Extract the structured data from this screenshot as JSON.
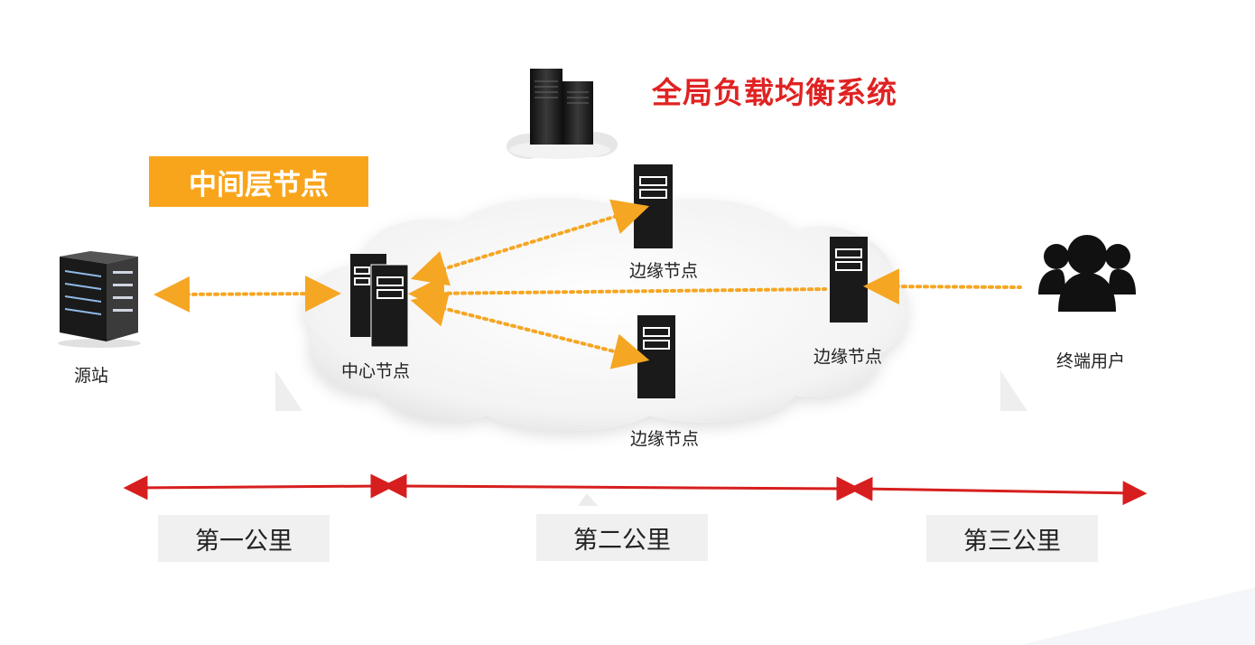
{
  "title": "全局负载均衡系统",
  "middle_layer_label": "中间层节点",
  "nodes": {
    "origin": "源站",
    "center": "中心节点",
    "edge_top": "边缘节点",
    "edge_right": "边缘节点",
    "edge_bottom": "边缘节点",
    "end_user": "终端用户"
  },
  "miles": [
    "第一公里",
    "第二公里",
    "第三公里"
  ],
  "colors": {
    "title": "#e02222",
    "middle_layer_bg": "#f9a51c",
    "dotted_arrow": "#f5a623",
    "mile_arrow": "#d71e1e",
    "mile_box_bg": "#f0f0f0"
  }
}
